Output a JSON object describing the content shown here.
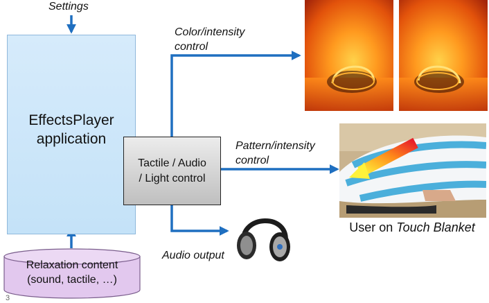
{
  "labels": {
    "settings": "Settings",
    "color_control": "Color/intensity control",
    "color_control_line1": "Color/intensity",
    "color_control_line2": "control",
    "pattern_control_line1": "Pattern/intensity",
    "pattern_control_line2": "control",
    "audio_output": "Audio output"
  },
  "player": {
    "line1": "EffectsPlayer",
    "line2": "application"
  },
  "control_box": {
    "line1": "Tactile / Audio",
    "line2": "/ Light control"
  },
  "content_source": {
    "line1": "Relaxation content",
    "line2": "(sound, tactile, …)"
  },
  "blanket_caption": {
    "prefix": "User on ",
    "emphasis": "Touch Blanket"
  },
  "page_number": "3",
  "colors": {
    "arrow": "#1f6fc0",
    "player_fill": "#cfe6f9",
    "cylinder_fill": "#e3c9ef",
    "control_fill": "#d3d3d3"
  }
}
